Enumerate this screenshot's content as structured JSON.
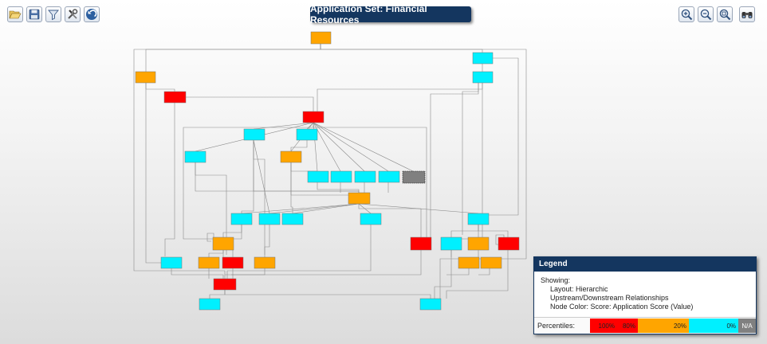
{
  "toolbar_left": [
    {
      "id": "open",
      "icon": "folder-open-icon"
    },
    {
      "id": "save",
      "icon": "floppy-save-icon"
    },
    {
      "id": "filter",
      "icon": "filter-funnel-icon"
    },
    {
      "id": "tools",
      "icon": "wrench-screwdriver-icon"
    },
    {
      "id": "undo",
      "icon": "undo-arrow-icon"
    }
  ],
  "toolbar_right": [
    {
      "id": "zoom_in",
      "icon": "zoom-in-icon"
    },
    {
      "id": "zoom_out",
      "icon": "zoom-out-icon"
    },
    {
      "id": "zoom_fit",
      "icon": "zoom-fit-icon"
    },
    {
      "id": "overview",
      "icon": "binoculars-icon"
    }
  ],
  "title": "Application Set: Financial Resources",
  "colors": {
    "red": "#ff0000",
    "orange": "#ffa500",
    "cyan": "#00f0ff",
    "gray": "#808080",
    "header": "#14365f"
  },
  "legend": {
    "title": "Legend",
    "showing": "Showing:",
    "layout": "Layout: Hierarchic",
    "relationships": "Upstream/Downstream Relationships",
    "node_color": "Node Color: Score: Application Score (Value)",
    "percentiles_label": "Percentiles:",
    "segments": [
      {
        "label": "100%",
        "color": "#ff0000"
      },
      {
        "label": "80%",
        "color": "#ff0000"
      },
      {
        "label": "20%",
        "color": "#ffa500"
      },
      {
        "label": "0%",
        "color": "#00f0ff"
      },
      {
        "label": "N/A",
        "color": "#808080"
      }
    ]
  }
}
